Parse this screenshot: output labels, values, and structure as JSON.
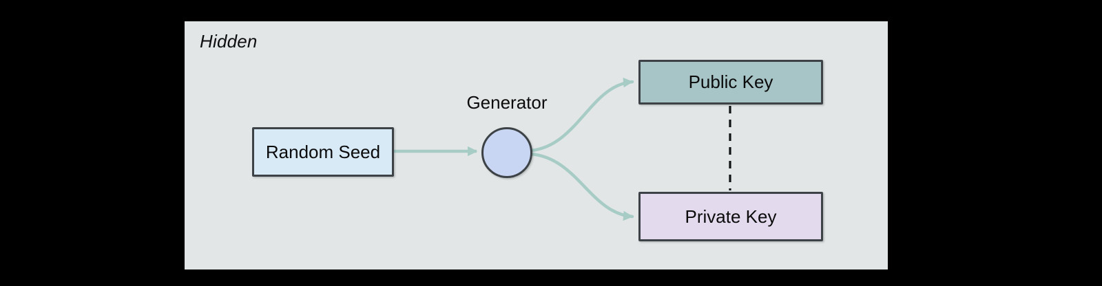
{
  "canvas": {
    "background": "#000000"
  },
  "group": {
    "label": "Hidden",
    "background": "#e3e6e6",
    "label_color": "#0c0e0f"
  },
  "nodes": {
    "random_seed": {
      "label": "Random Seed",
      "fill": "#d9eaf7",
      "stroke": "#3c4245"
    },
    "generator": {
      "label": "Generator",
      "fill": "#c9d6f3",
      "stroke": "#3c4245"
    },
    "public_key": {
      "label": "Public Key",
      "fill": "#a7c4c6",
      "stroke": "#3c4245"
    },
    "private_key": {
      "label": "Private Key",
      "fill": "#e4daed",
      "stroke": "#3c4245"
    }
  },
  "edges": {
    "arrow_color": "#a7ccc6",
    "dashed_color": "#111416",
    "connections": [
      {
        "from": "Random Seed",
        "to": "Generator",
        "style": "solid-arrow"
      },
      {
        "from": "Generator",
        "to": "Public Key",
        "style": "curved-arrow"
      },
      {
        "from": "Generator",
        "to": "Private Key",
        "style": "curved-arrow"
      },
      {
        "from": "Public Key",
        "to": "Private Key",
        "style": "dashed-line"
      }
    ]
  },
  "text_color": "#0b0b0c"
}
